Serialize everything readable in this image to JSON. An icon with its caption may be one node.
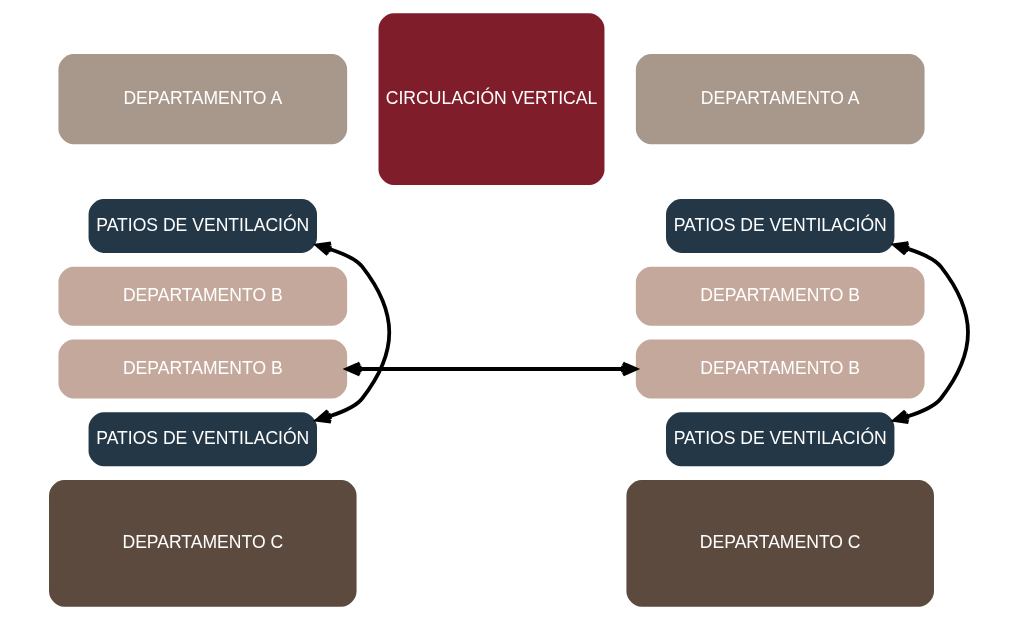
{
  "diagram": {
    "nodes": [
      {
        "text": [
          "DEPARTAMENTO A"
        ]
      },
      {
        "text": [
          "PATIOS DE VENTILACIÓN"
        ]
      },
      {
        "text": [
          "DEPARTAMENTO B"
        ]
      },
      {
        "text": [
          "DEPARTAMENTO B"
        ]
      },
      {
        "text": [
          "PATIOS DE VENTILACIÓN"
        ]
      },
      {
        "text": [
          "DEPARTAMENTO C"
        ]
      },
      {
        "text": [
          "CIRCULACIÓN VERTICAL"
        ]
      },
      {
        "text": [
          "DEPARTAMENTO A"
        ]
      },
      {
        "text": [
          "PATIOS DE VENTILACIÓN"
        ]
      },
      {
        "text": [
          "DEPARTAMENTO B"
        ]
      },
      {
        "text": [
          "DEPARTAMENTO B"
        ]
      },
      {
        "text": [
          "PATIOS DE VENTILACIÓN"
        ]
      },
      {
        "text": [
          "DEPARTAMENTO C"
        ]
      }
    ],
    "edges": [
      {
        "from": 1,
        "to": 4,
        "arrow": "both"
      },
      {
        "from": 3,
        "to": 10,
        "arrow": "both"
      },
      {
        "from": 8,
        "to": 11,
        "arrow": "both"
      }
    ]
  }
}
